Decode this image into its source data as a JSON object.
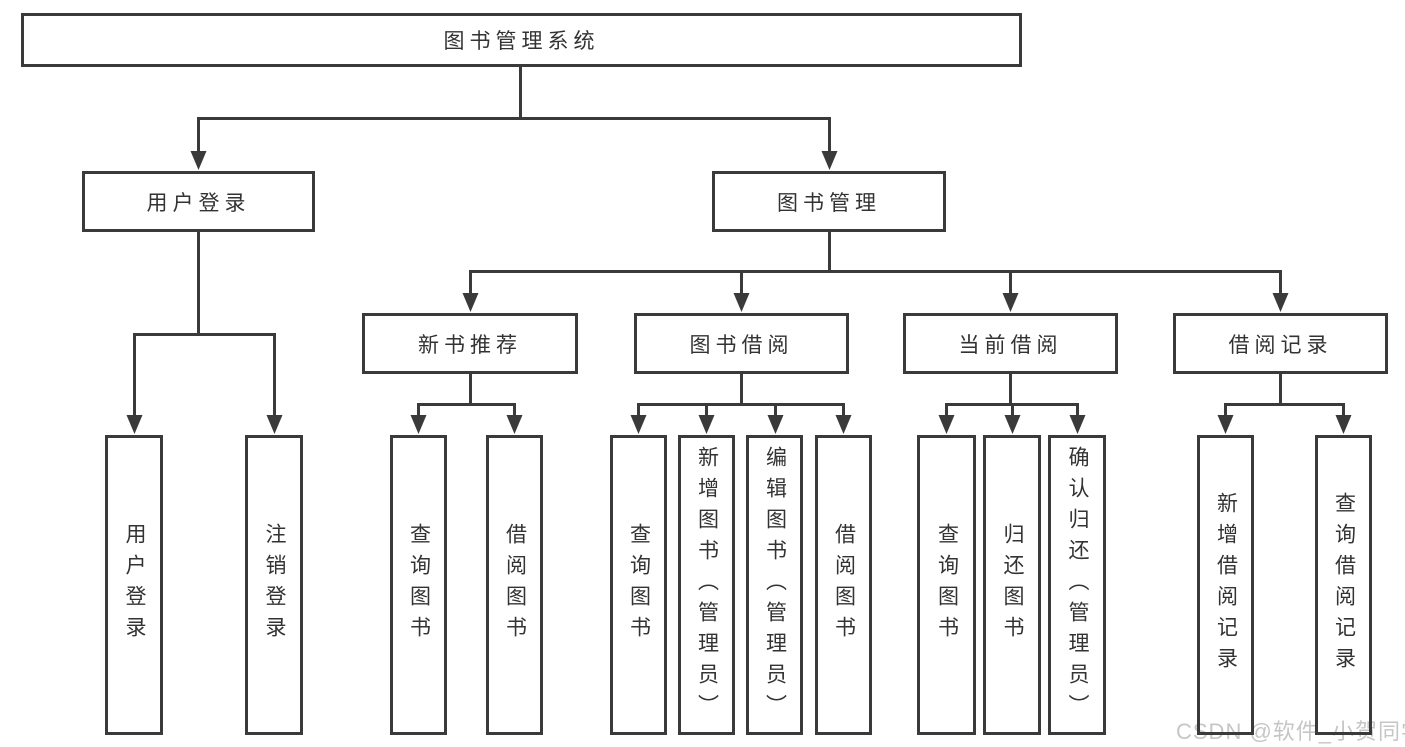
{
  "tree": {
    "label": "图书管理系统",
    "children": [
      {
        "label": "用户登录",
        "children": [
          {
            "label": "用户登录"
          },
          {
            "label": "注销登录"
          }
        ]
      },
      {
        "label": "图书管理",
        "children": [
          {
            "label": "新书推荐",
            "children": [
              {
                "label": "查询图书"
              },
              {
                "label": "借阅图书"
              }
            ]
          },
          {
            "label": "图书借阅",
            "children": [
              {
                "label": "查询图书"
              },
              {
                "label": "新增图书（管理员）"
              },
              {
                "label": "编辑图书（管理员）"
              },
              {
                "label": "借阅图书"
              }
            ]
          },
          {
            "label": "当前借阅",
            "children": [
              {
                "label": "查询图书"
              },
              {
                "label": "归还图书"
              },
              {
                "label": "确认归还（管理员）"
              }
            ]
          },
          {
            "label": "借阅记录",
            "children": [
              {
                "label": "新增借阅记录"
              },
              {
                "label": "查询借阅记录"
              }
            ]
          }
        ]
      }
    ]
  },
  "watermark": {
    "text": "CSDN @软件_小贺同学"
  },
  "colors": {
    "line": "#3a3a3a",
    "box_border": "#3a3a3a",
    "text": "#333333",
    "background": "#ffffff",
    "watermark": "#c6c6c6"
  }
}
